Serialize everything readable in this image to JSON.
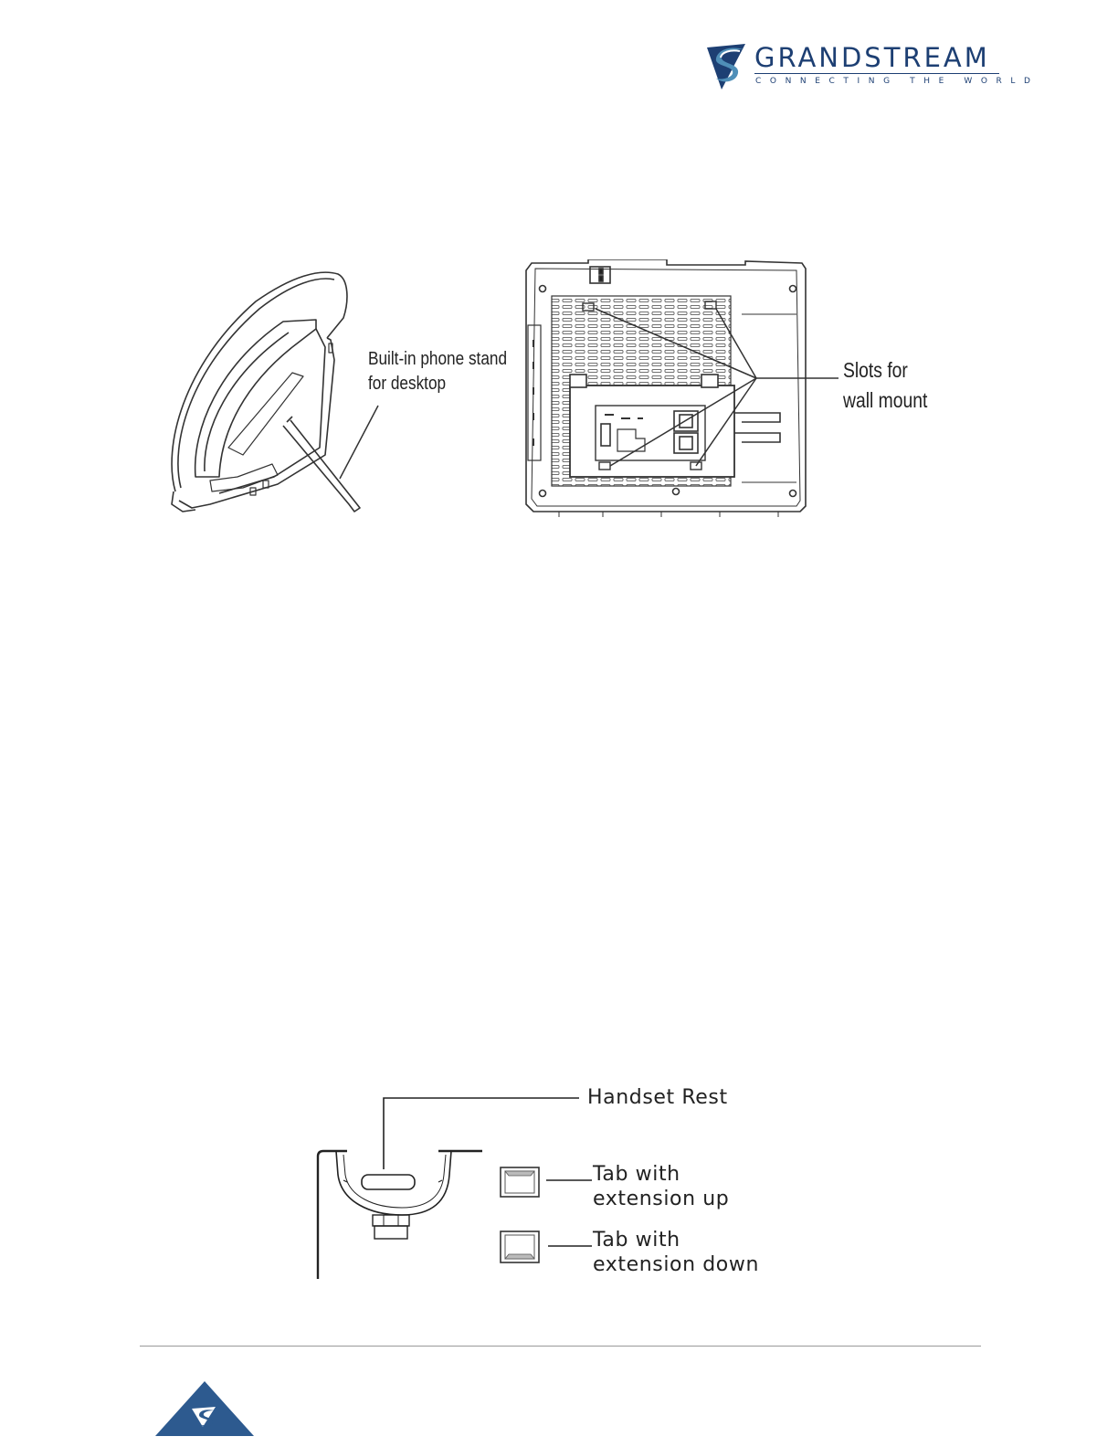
{
  "brand": {
    "name": "GRANDSTREAM",
    "tagline": "CONNECTING THE WORLD",
    "colors": {
      "navy": "#1d3f73",
      "steel": "#4f8fb8",
      "footer": "#2d5a8f"
    }
  },
  "figure_stand": {
    "desk_stand_label_line1": "Built-in phone stand",
    "desk_stand_label_line2": "for desktop",
    "wall_slots_label_line1": "Slots for",
    "wall_slots_label_line2": "wall mount"
  },
  "figure_handset": {
    "handset_rest_label": "Handset Rest",
    "tab_up_line1": "Tab with",
    "tab_up_line2": "extension up",
    "tab_down_line1": "Tab with",
    "tab_down_line2": "extension down"
  },
  "footer": {
    "icon": "grandstream-logo-icon"
  }
}
